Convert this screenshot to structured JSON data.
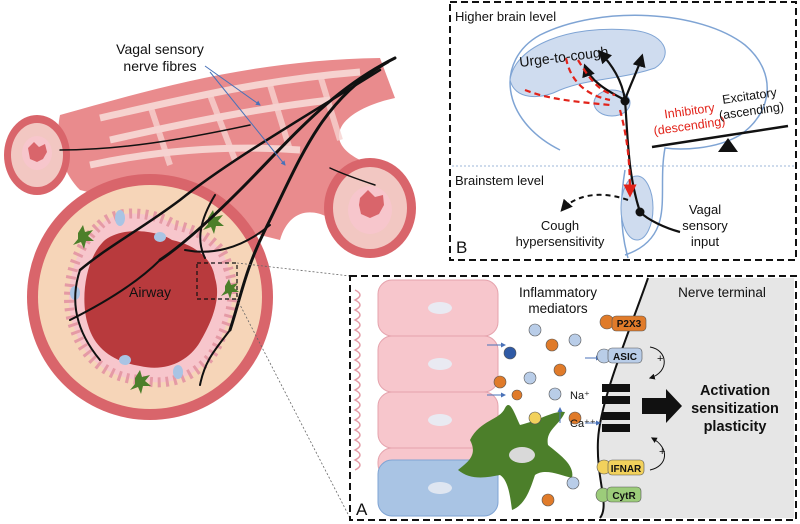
{
  "airway": {
    "nerve_label_line1": "Vagal sensory",
    "nerve_label_line2": "nerve fibres",
    "lumen_label": "Airway"
  },
  "panel_b": {
    "letter": "B",
    "higher_level": "Higher brain level",
    "brainstem_level": "Brainstem level",
    "urge": "Urge-to-cough",
    "inhibitory_line1": "Inhibitory",
    "inhibitory_line2": "(descending)",
    "excitatory_line1": "Excitatory",
    "excitatory_line2": "(ascending)",
    "cough_line1": "Cough",
    "cough_line2": "hypersensitivity",
    "vagal_line1": "Vagal",
    "vagal_line2": "sensory",
    "vagal_line3": "input"
  },
  "panel_a": {
    "letter": "A",
    "mediators_line1": "Inflammatory",
    "mediators_line2": "mediators",
    "nerve_terminal": "Nerve terminal",
    "receptors": [
      "P2X3",
      "ASIC",
      "IFNAR",
      "CytR"
    ],
    "na_ion": "Na⁺",
    "ca_ion": "Ca⁺⁺",
    "plus": "+",
    "outcome_line1": "Activation",
    "outcome_line2": "sensitization",
    "outcome_line3": "plasticity"
  },
  "colors": {
    "muscle": "#d9656b",
    "muscle_light": "#f2c7c2",
    "epithelium": "#f7c6cc",
    "inhibitory": "#e2231a",
    "brain_fill": "#cfdcef",
    "terminal_bg": "#e6e6e6",
    "astrocyte": "#4c7f2a"
  }
}
